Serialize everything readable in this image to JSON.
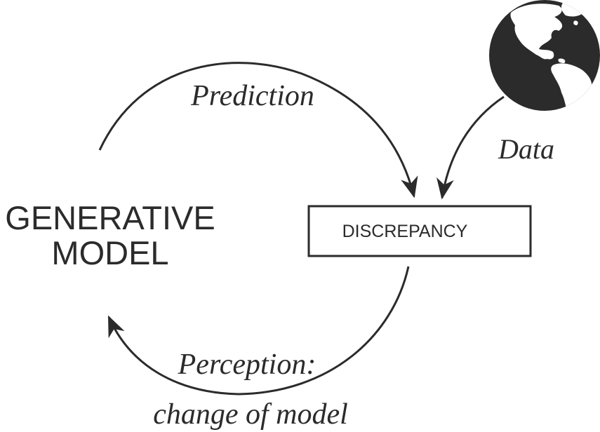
{
  "nodes": {
    "generative_model": {
      "line1": "GENERATIVE",
      "line2": "MODEL"
    },
    "discrepancy": {
      "label": "DISCREPANCY"
    },
    "world": {
      "icon": "globe-icon"
    }
  },
  "edges": {
    "prediction": {
      "label": "Prediction"
    },
    "data": {
      "label": "Data"
    },
    "perception": {
      "line1": "Perception:",
      "line2": "change of model"
    }
  },
  "colors": {
    "ink": "#2b2b2b",
    "background": "#ffffff"
  }
}
